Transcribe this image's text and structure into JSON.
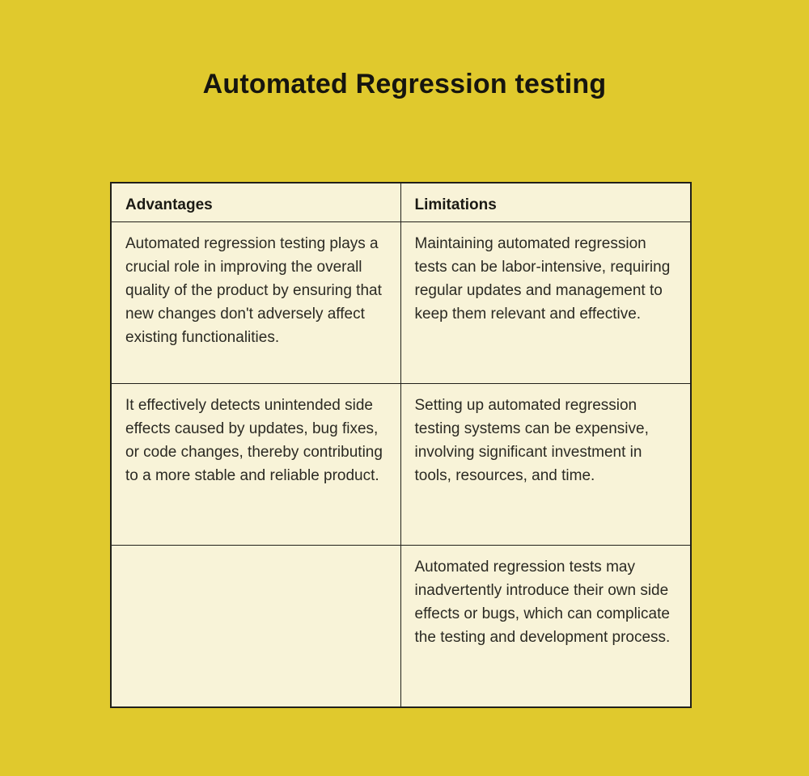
{
  "page": {
    "title": "Automated Regression testing"
  },
  "table": {
    "headers": [
      {
        "label": "Advantages"
      },
      {
        "label": "Limitations"
      }
    ],
    "rows": [
      {
        "advantages": "Automated regression testing plays a crucial role in improving the overall quality of the product by ensuring that new changes don't adversely affect existing functionalities.",
        "limitations": "Maintaining automated regression tests can be labor-intensive, requiring regular updates and management to keep them relevant and effective."
      },
      {
        "advantages": "It effectively detects unintended side effects caused by updates, bug fixes, or code changes, thereby contributing to a more stable and reliable product.",
        "limitations": "Setting up automated regression testing systems can be expensive, involving significant investment in tools, resources, and time."
      },
      {
        "advantages": "",
        "limitations": "Automated regression tests may inadvertently introduce their own side effects or bugs, which can complicate the testing and development process."
      }
    ]
  },
  "colors": {
    "page_background": "#e0c92d",
    "cell_background": "#f8f3d8",
    "border": "#21201a",
    "title_text": "#16150f",
    "body_text": "#2b2a23"
  }
}
